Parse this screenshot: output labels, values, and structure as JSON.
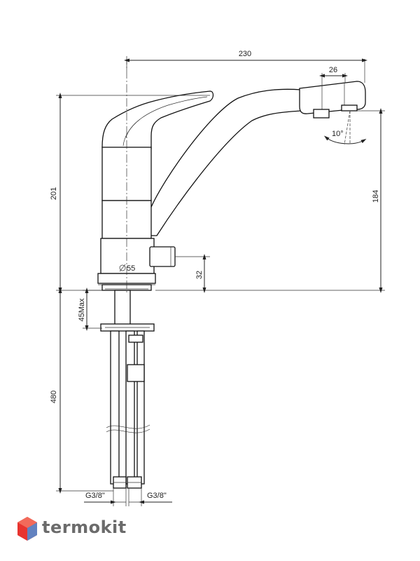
{
  "dimensions": {
    "width_total": "230",
    "spout_tip": "26",
    "height_total": "201",
    "spout_height": "184",
    "angle": "10°",
    "diameter": "55",
    "base_height": "32",
    "mount_max": "45Max",
    "hose_length": "480",
    "thread_left": "G3/8\"",
    "thread_right": "G3/8\""
  },
  "brand": {
    "name": "termokit",
    "icon": "hexagon-logo-icon",
    "color_primary": "#e8342f",
    "color_secondary": "#4a90d9"
  }
}
